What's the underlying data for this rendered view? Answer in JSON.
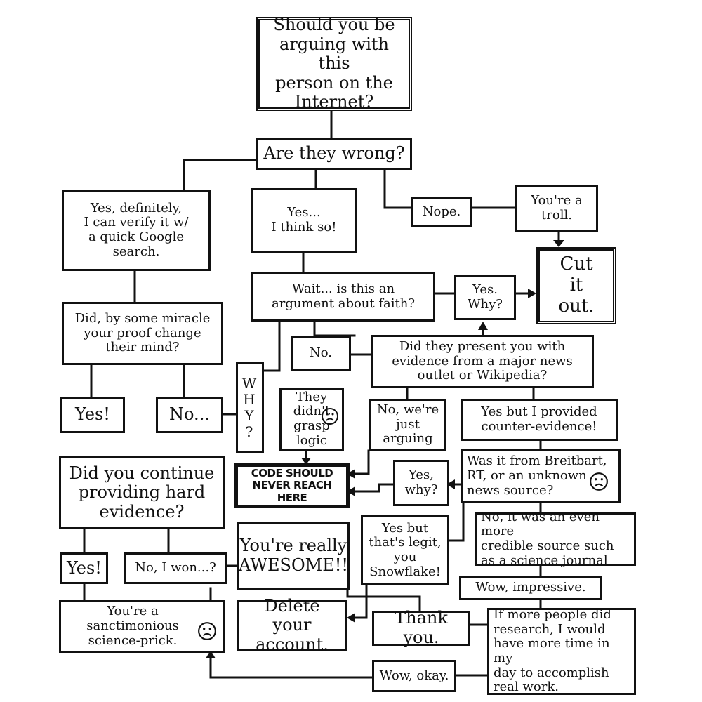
{
  "nodes": {
    "root": "Should you be\narguing with this\nperson on the\nInternet?",
    "wrong": "Are they wrong?",
    "yes_definitely": "Yes, definitely,\nI can verify it w/\na quick Google\nsearch.",
    "yes_think": "Yes...\nI think so!",
    "nope": "Nope.",
    "troll": "You're a\ntroll.",
    "cut_it_out": "Cut\nit\nout.",
    "faith": "Wait... is this an\nargument about faith?",
    "yes_why_faith": "Yes.\nWhy?",
    "no_faith": "No.",
    "miracle": "Did, by some miracle\nyour proof change\ntheir mind?",
    "major_news": "Did they present you with\nevidence from a major news\noutlet or Wikipedia?",
    "why_vertical": "W\nH\nY\n?",
    "grasp_logic": "They\ndidn't\ngrasp\nlogic",
    "yes_miracle": "Yes!",
    "no_miracle": "No...",
    "just_arguing": "No, we're\njust arguing",
    "counter_evidence": "Yes but I provided\ncounter-evidence!",
    "code_never": "CODE SHOULD\nNEVER REACH HERE",
    "yes_why_breitbart": "Yes,\nwhy?",
    "breitbart": "Was it from Breitbart,\nRT, or an unknown\nnews source?",
    "continue_evidence": "Did you continue\nproviding hard\nevidence?",
    "awesome": "You're really\nAWESOME!!",
    "yes_legit": "Yes but\nthat's legit,\nyou\nSnowflake!",
    "credible": "No, it was an even more\ncredible source such\nas a science journal",
    "yes_continue": "Yes!",
    "no_won": "No, I won...?",
    "impressive": "Wow, impressive.",
    "sanctimonious": "You're a sanctimonious\nscience-prick.",
    "delete": "Delete your\naccount.",
    "thank_you": "Thank you.",
    "more_research": "If more people did\nresearch, I would\nhave more time in my\nday to accomplish\nreal work.",
    "wow_okay": "Wow, okay."
  },
  "icons": {
    "sad_face_1": "sad-face-icon",
    "sad_face_2": "sad-face-icon",
    "sad_face_3": "sad-face-icon"
  }
}
